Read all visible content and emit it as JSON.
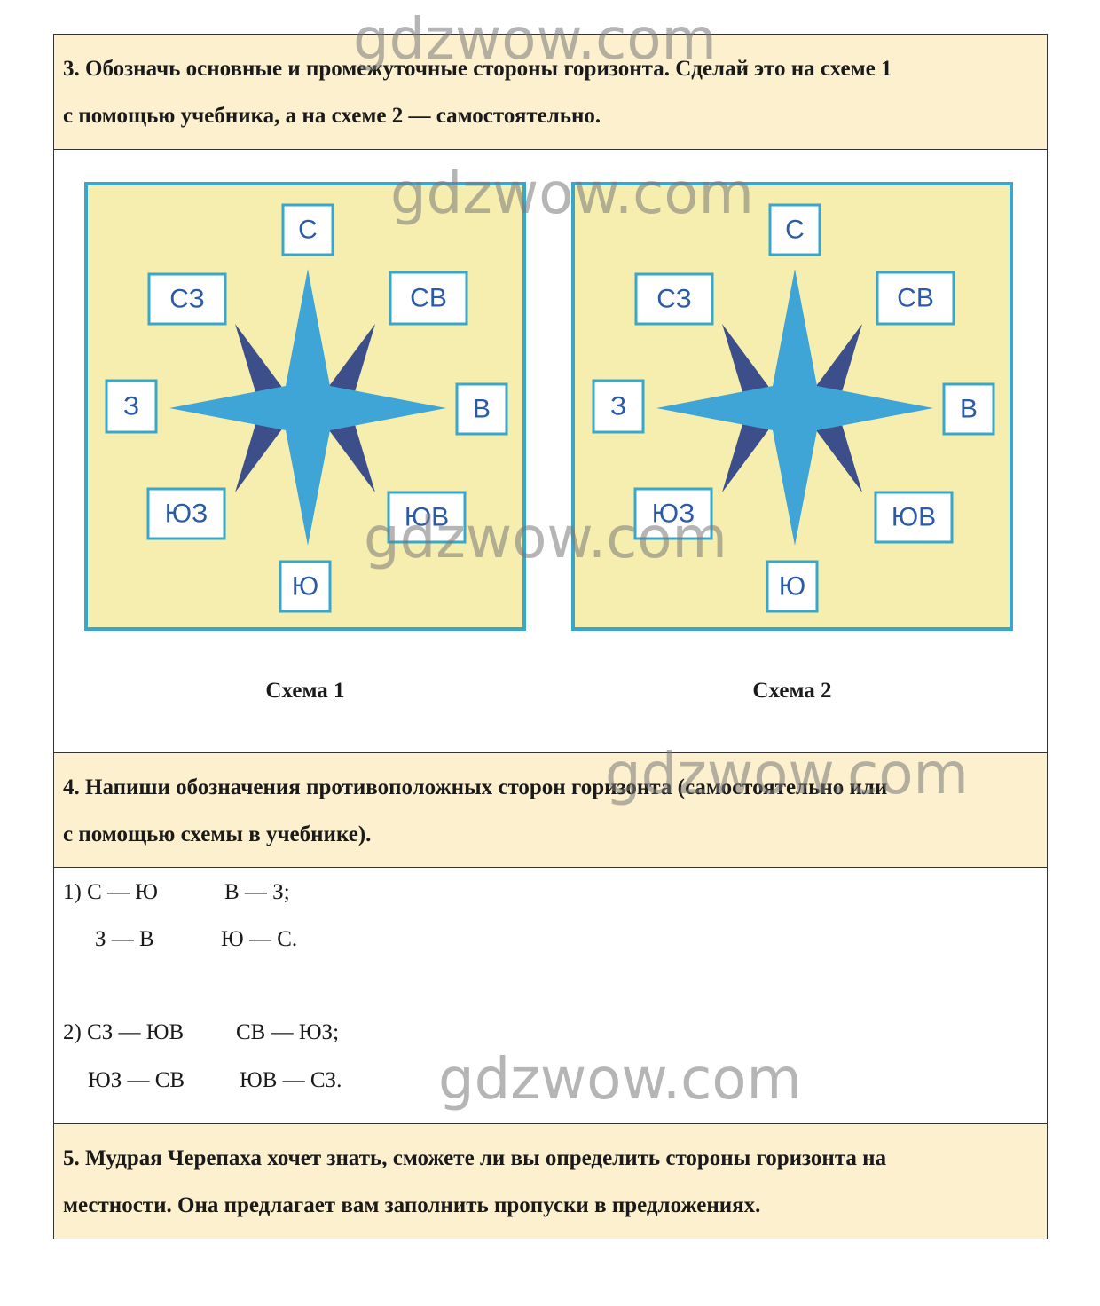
{
  "watermark": "gdzwow.com",
  "task3": {
    "line1": "3. Обозначь основные и промежуточные стороны горизонта. Сделай это на схеме 1",
    "line2": "с помощью учебника, а на схеме 2 — самостоятельно."
  },
  "schemes": {
    "directions": {
      "n": "С",
      "nw": "СЗ",
      "ne": "СВ",
      "w": "З",
      "e": "В",
      "sw": "ЮЗ",
      "se": "ЮВ",
      "s": "Ю"
    },
    "caption1": "Схема 1",
    "caption2": "Схема 2",
    "colors": {
      "panel": "#f6eeae",
      "border": "#39a7c9",
      "star_main": "#3fa5d6",
      "star_diag": "#3c4f8a",
      "label_text": "#2a5aa8"
    }
  },
  "task4": {
    "line1": "4. Напиши обозначения противоположных сторон горизонта (самостоятельно или",
    "line2": "с помощью схемы в учебнике)."
  },
  "answer": {
    "a1": "1) С — Ю",
    "a2": "В — З;",
    "a3": "З — В",
    "a4": "Ю — С.",
    "b1": "2) СЗ — ЮВ",
    "b2": "СВ — ЮЗ;",
    "b3": "ЮЗ — СВ",
    "b4": "ЮВ — СЗ."
  },
  "task5": {
    "line1": "5. Мудрая Черепаха хочет знать, сможете ли вы определить стороны горизонта на",
    "line2": "местности. Она предлагает вам заполнить пропуски в предложениях."
  }
}
